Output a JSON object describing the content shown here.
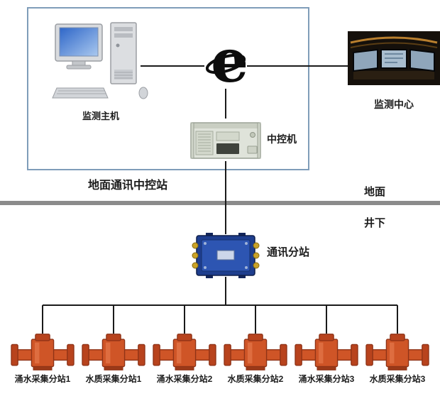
{
  "diagram": {
    "station_box_title": "地面通讯中控站",
    "nodes": {
      "host": "监测主机",
      "center": "监测中心",
      "server": "中控机",
      "substation": "通讯分站"
    },
    "zones": {
      "surface": "地面",
      "underground": "井下"
    },
    "devices": [
      "涌水采集分站1",
      "水质采集分站1",
      "涌水采集分站2",
      "水质采集分站2",
      "涌水采集分站3",
      "水质采集分站3"
    ]
  },
  "colors": {
    "box_border": "#7f9db9",
    "divider_gray": "#8b8b8b",
    "line_black": "#1a1a1a",
    "device_orange": "#cf5527",
    "substation_blue": "#1e3e8e",
    "screen_blue": "#2e66c8"
  }
}
